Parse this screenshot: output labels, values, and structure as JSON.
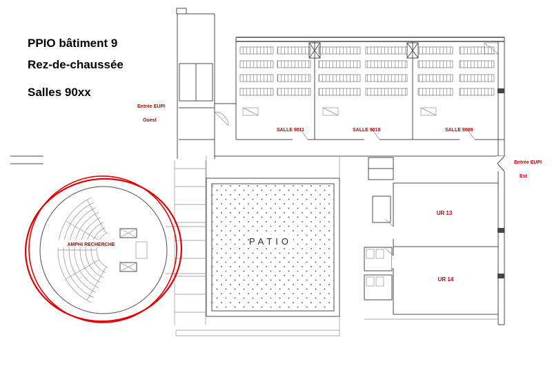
{
  "title": {
    "line1": "PPIO bâtiment 9",
    "line2": "Rez-de-chaussée",
    "line3": "Salles 90xx"
  },
  "entrances": {
    "west_line1": "Entrée EUPI",
    "west_line2": "Ouest",
    "east_line1": "Entrée EUPI",
    "east_line2": "Est"
  },
  "rooms": {
    "salle_9011": "SALLE 9011",
    "salle_9010": "SALLE 9010",
    "salle_9009": "SALLE 9009",
    "ur13": "UR 13",
    "ur14": "UR 14",
    "amphi": "AMPHI RECHERCHE",
    "patio": "PATIO"
  },
  "colors": {
    "label_red": "#c00000",
    "annotation_red": "#e00000",
    "wall_gray": "#4a4a4a",
    "text_black": "#000000"
  }
}
